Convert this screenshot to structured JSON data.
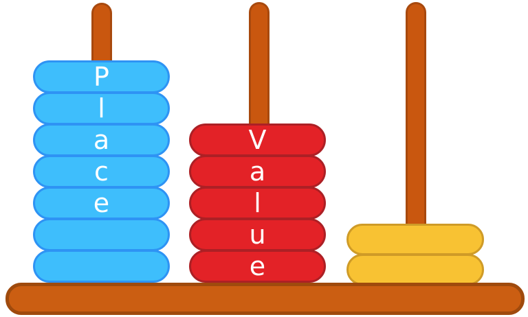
{
  "abacus": {
    "rod_count": 3,
    "stacks": [
      {
        "color": "blue",
        "word": "Place",
        "bead_count": 7,
        "letters": [
          "P",
          "l",
          "a",
          "c",
          "e",
          "",
          ""
        ]
      },
      {
        "color": "red",
        "word": "Value",
        "bead_count": 5,
        "letters": [
          "V",
          "a",
          "l",
          "u",
          "e"
        ]
      },
      {
        "color": "yellow",
        "word": "",
        "bead_count": 2,
        "letters": [
          "",
          ""
        ]
      }
    ],
    "colors": {
      "background": "#ffffff",
      "rod_fill": "#c9570f",
      "rod_border": "#a8490e",
      "base_fill": "#cb5e12",
      "base_border": "#9f4a0d",
      "blue_bead_fill": "#3ebefc",
      "blue_bead_border": "#2e93f4",
      "red_bead_fill": "#e32227",
      "red_bead_border": "#ac2025",
      "yellow_bead_fill": "#f8c233",
      "yellow_bead_border": "#cf9b27",
      "letter_color": "#ffffff"
    }
  }
}
